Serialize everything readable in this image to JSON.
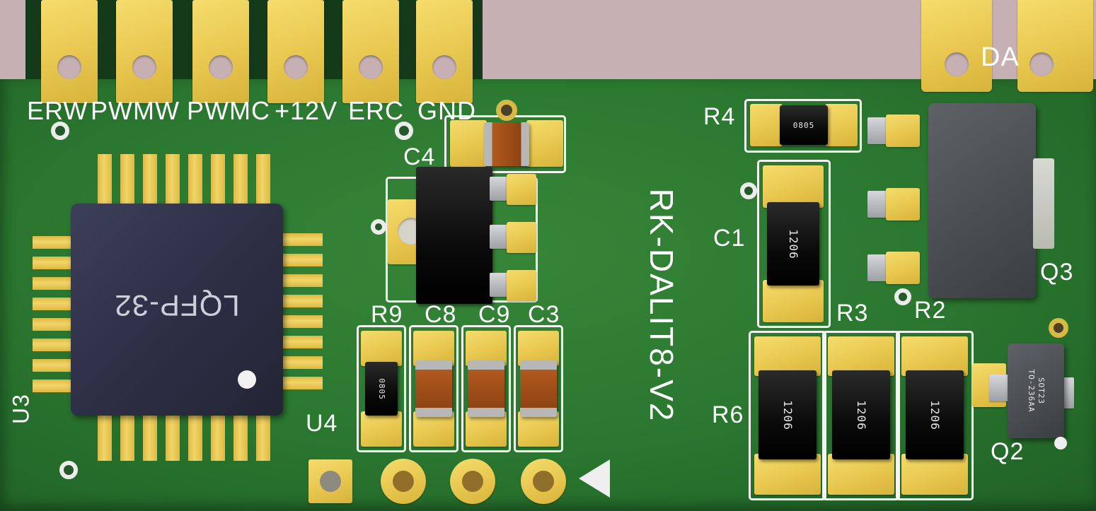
{
  "background_color": "#c7b0b3",
  "board": {
    "name": "RK-DALIT8-V2",
    "color": "#2c7a31",
    "silkscreen_color": "#ffffff",
    "pad_color": "#e8c74f",
    "connector_labels": [
      "ERW",
      "PWMW",
      "PWMC",
      "+12V",
      "ERC",
      "GND"
    ],
    "da_pad_label": "DA"
  },
  "components": {
    "u3": {
      "ref": "U3",
      "package_marking": "LQFP-32"
    },
    "u4": {
      "ref": "U4"
    },
    "c4": {
      "ref": "C4"
    },
    "r9": {
      "ref": "R9",
      "marking": "0805"
    },
    "c8": {
      "ref": "C8"
    },
    "c9": {
      "ref": "C9"
    },
    "c3": {
      "ref": "C3"
    },
    "r4": {
      "ref": "R4",
      "marking": "0805"
    },
    "c1": {
      "ref": "C1",
      "marking": "1206"
    },
    "r3": {
      "ref": "R3",
      "marking": "1206"
    },
    "r2": {
      "ref": "R2",
      "marking": "1206"
    },
    "r6": {
      "ref": "R6",
      "marking": "1206"
    },
    "q3": {
      "ref": "Q3"
    },
    "q2": {
      "ref": "Q2",
      "marking_line1": "SOT23",
      "marking_line2": "TO-236AA"
    }
  }
}
